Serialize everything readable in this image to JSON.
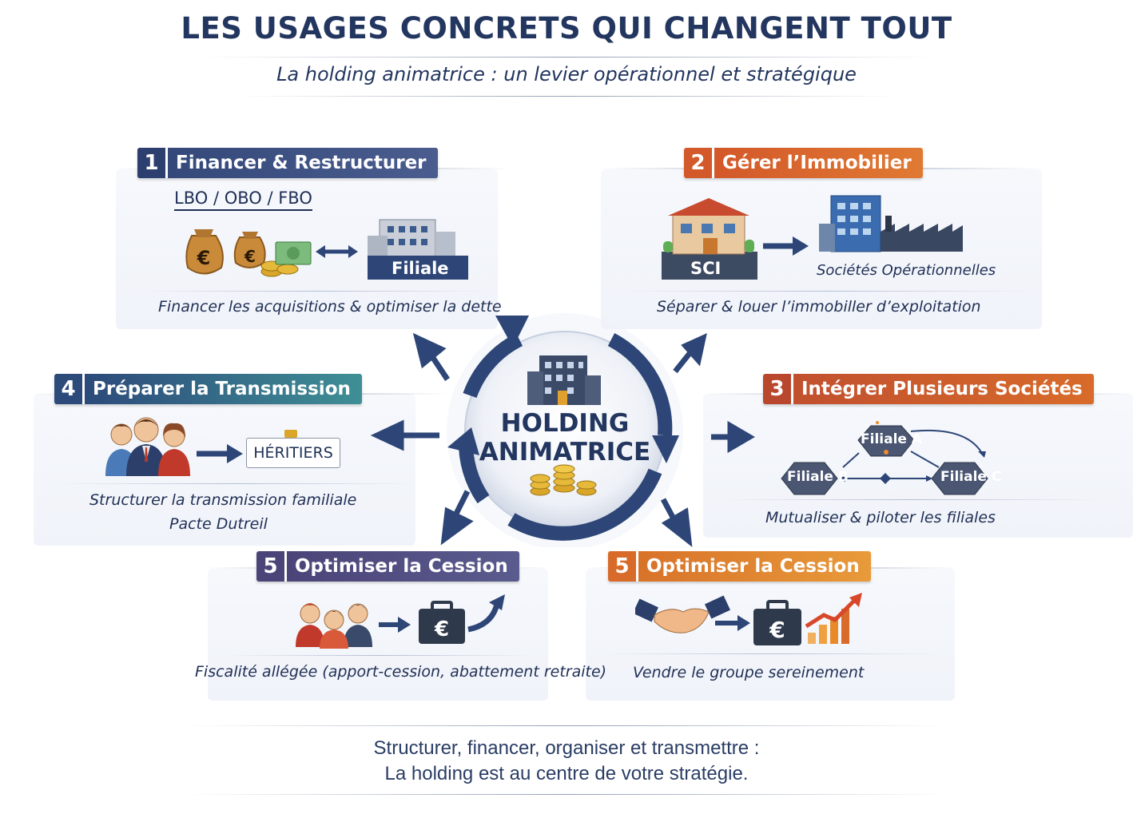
{
  "header": {
    "title": "LES USAGES CONCRETS QUI CHANGENT TOUT",
    "subtitle": "La holding animatrice : un levier opérationnel et stratégique"
  },
  "center": {
    "line1": "HOLDING",
    "line2": "ANIMATRICE"
  },
  "cards": {
    "financer": {
      "number": "1",
      "label": "Financer & Restructurer",
      "tags": "LBO / OBO / FBO",
      "filiale_label": "Filiale",
      "caption": "Financer les acquisitions & optimiser la dette",
      "color": "#2d3f6e"
    },
    "immobilier": {
      "number": "2",
      "label": "Gérer l’Immobilier",
      "sci_label": "SCI",
      "societes_label": "Sociétés Opérationnelles",
      "caption": "Séparer & louer l’immobiller d’exploitation",
      "color": "#d3582a"
    },
    "integrer": {
      "number": "3",
      "label": "Intégrer Plusieurs Sociétés",
      "filiale_a": "Filiale A",
      "filiale_b": "Filiale B",
      "filiale_c": "Filiale C",
      "caption": "Mutualiser & piloter les filiales",
      "color": "#b8472d"
    },
    "transmission": {
      "number": "4",
      "label": "Préparer la Transmission",
      "heritiers": "HÉRITIERS",
      "caption_line1": "Structurer la transmission familiale",
      "caption_line2": "Pacte Dutreil",
      "color": "#2c4a7a"
    },
    "cession_left": {
      "number": "5",
      "label": "Optimiser la Cession",
      "caption": "Fiscalité allégée (apport-cession, abattement retraite)",
      "color": "#4b4478"
    },
    "cession_right": {
      "number": "5",
      "label": "Optimiser la Cession",
      "caption": "Vendre le groupe sereinement",
      "color": "#d86b2a"
    }
  },
  "footer": {
    "line1": "Structurer, financer, organiser et transmettre :",
    "line2": "La holding est au centre de votre stratégie."
  },
  "icons": {
    "money": "money-bag-icon",
    "building": "office-building-icon",
    "house": "house-icon",
    "factory": "factory-icon",
    "family": "family-icon",
    "briefcase": "euro-briefcase-icon",
    "handshake": "handshake-icon",
    "coins": "coins-icon",
    "growth": "growth-chart-icon"
  },
  "colors": {
    "navy": "#23365f",
    "orange": "#d3582a",
    "circle_blue": "#2d4677"
  }
}
